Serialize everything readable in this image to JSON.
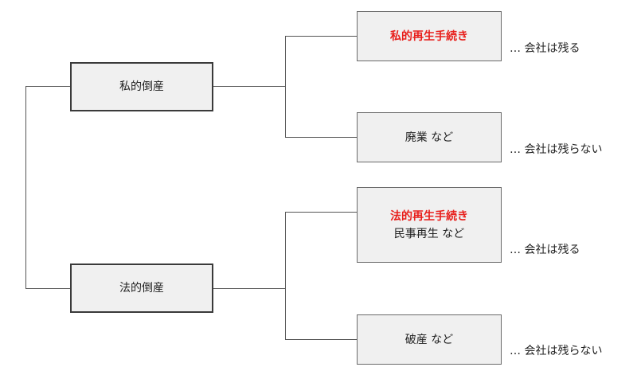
{
  "diagram": {
    "left": {
      "private": "私的倒産",
      "legal": "法的倒産"
    },
    "right": {
      "private_rehab": "私的再生手続き",
      "closure": "廃業 など",
      "legal_rehab": "法的再生手続き",
      "legal_rehab_sub": "民事再生 など",
      "bankruptcy": "破産 など"
    },
    "notes": {
      "n1": "… 会社は残る",
      "n2": "… 会社は残らない",
      "n3": "… 会社は残る",
      "n4": "… 会社は残らない"
    },
    "colors": {
      "highlight": "#e8201c",
      "box_fill": "#f0f0f0"
    }
  }
}
